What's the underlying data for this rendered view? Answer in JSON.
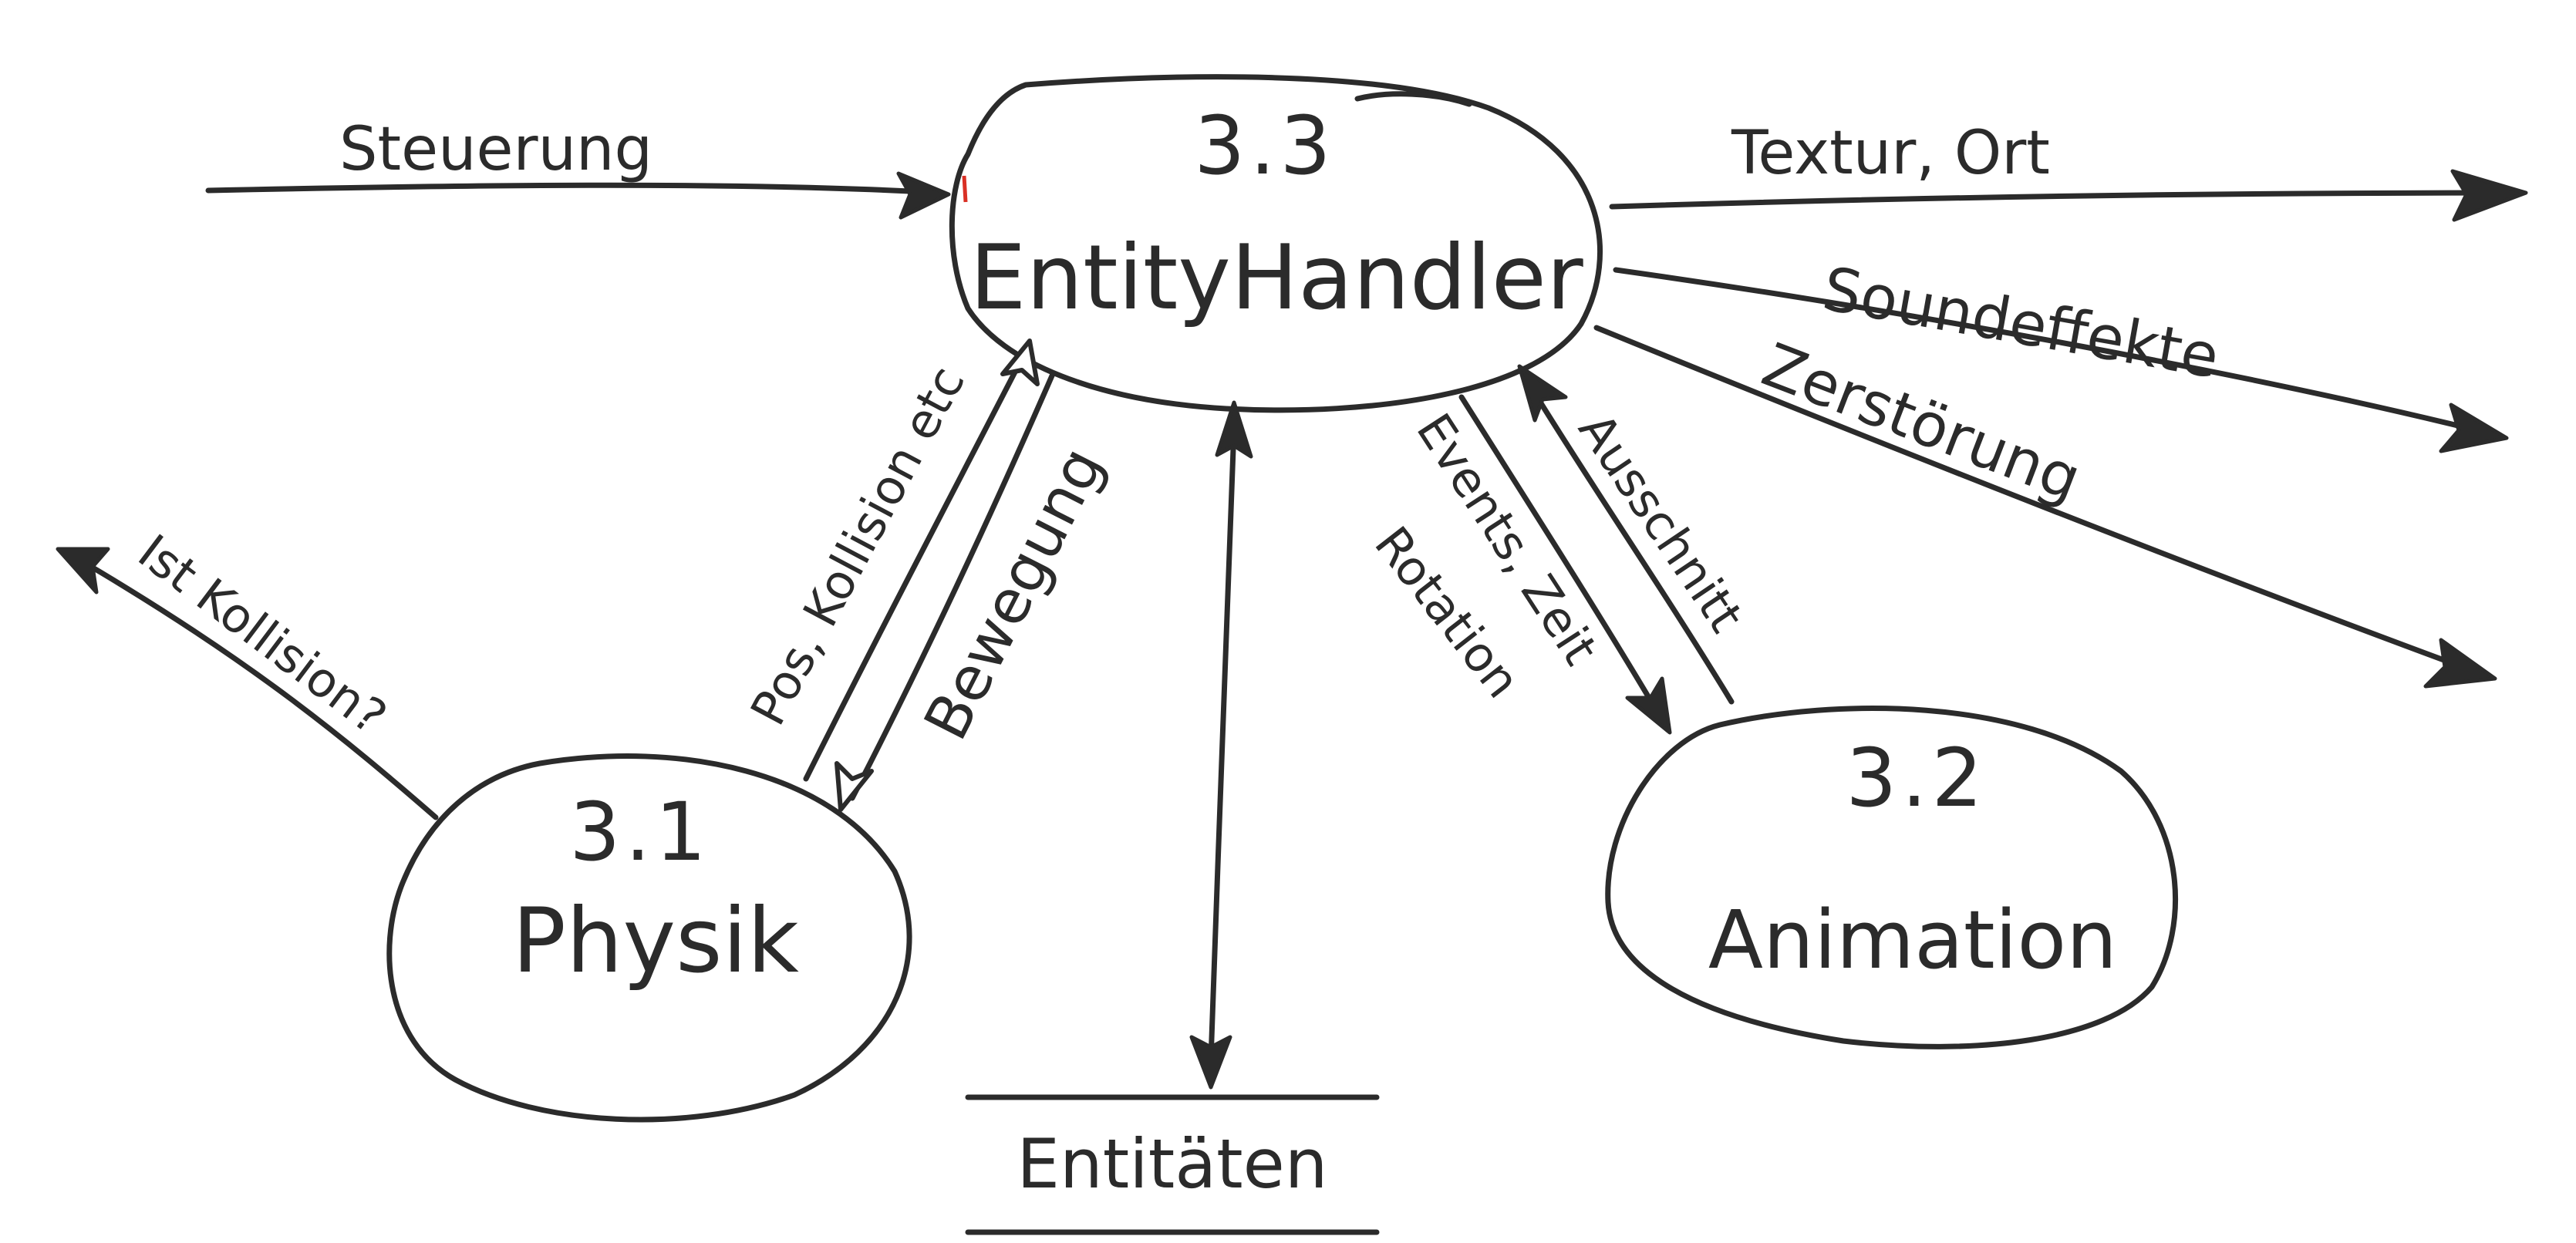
{
  "processes": {
    "entity_handler": {
      "number": "3.3",
      "name": "EntityHandler"
    },
    "physik": {
      "number": "3.1",
      "name": "Physik"
    },
    "animation": {
      "number": "3.2",
      "name": "Animation"
    }
  },
  "data_store": {
    "name": "Entitäten"
  },
  "flows": {
    "steuerung": "Steuerung",
    "textur_ort": "Textur, Ort",
    "soundeffekte": "Soundeffekte",
    "zerstoerung": "Zerstörung",
    "ist_kollision": "Ist Kollision?",
    "pos_kollision": "Pos, Kollision etc",
    "bewegung": "Bewegung",
    "events_zeit": "Events, Zeit",
    "rotation": "Rotation",
    "ausschnitt": "Ausschnitt"
  },
  "colors": {
    "ink": "#2b2b2b",
    "background": "#ffffff",
    "accent_tick": "#d93025"
  }
}
